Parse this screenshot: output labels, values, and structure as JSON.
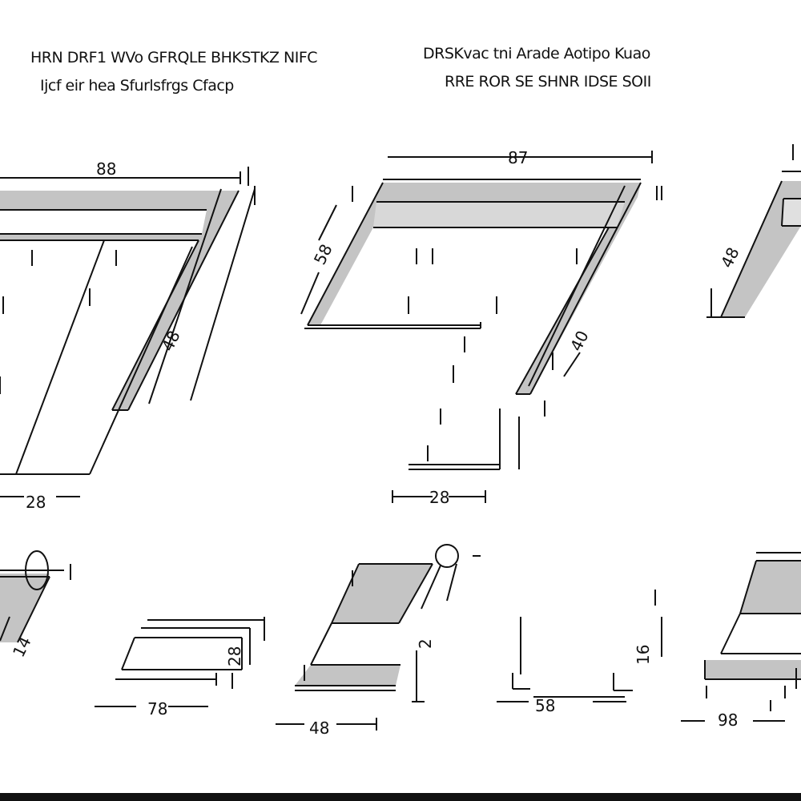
{
  "header": {
    "left_title": "HRN DRF1 WVo GFRQLE BHKSTKZ NIFC",
    "left_subtitle": "Ijcf eir hea Sfurlsfrgs Cfacp",
    "right_title": "DRSKvac tni Arade Aotipo Kuao",
    "right_subtitle": "RRE ROR SE SHNR IDSE SOII"
  },
  "dimensions": {
    "top_left_width": "88",
    "top_left_slope": "48",
    "top_left_bottom": "28",
    "top_mid_width": "87",
    "top_mid_side": "58",
    "top_mid_slope": "40",
    "top_mid_bottom": "28",
    "top_right_slope": "48",
    "bottom_left_slope": "14",
    "bottom_small_width": "78",
    "bottom_small_side": "28",
    "bottom_mid_width": "48",
    "bottom_mid_side": "2",
    "bottom_open_width": "58",
    "bottom_open_side": "16",
    "bottom_right_width": "98"
  },
  "colors": {
    "panel_gray": "#c4c4c4",
    "line": "#111111",
    "background": "#ffffff",
    "bottom_bar": "#111111"
  }
}
